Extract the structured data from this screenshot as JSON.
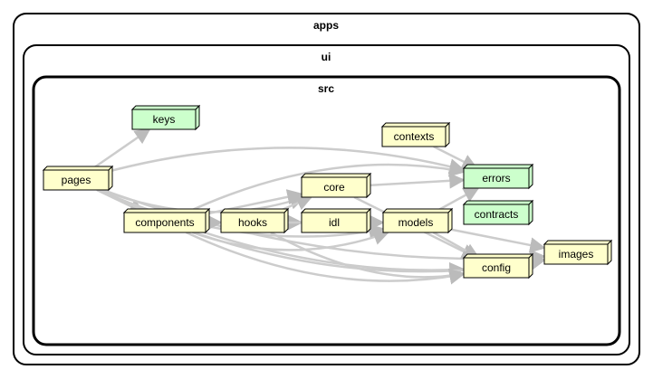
{
  "clusters": {
    "apps": "apps",
    "ui": "ui",
    "src": "src"
  },
  "colors": {
    "module_fill": "#ffffcc",
    "leaf_fill": "#ccffcc",
    "edge": "#cccccc",
    "border": "#000000"
  },
  "nodes": {
    "keys": "keys",
    "contexts": "contexts",
    "pages": "pages",
    "errors": "errors",
    "core": "core",
    "components": "components",
    "hooks": "hooks",
    "idl": "idl",
    "models": "models",
    "contracts": "contracts",
    "images": "images",
    "config": "config"
  },
  "edges": [
    [
      "pages",
      "keys"
    ],
    [
      "pages",
      "components"
    ],
    [
      "pages",
      "errors"
    ],
    [
      "pages",
      "core"
    ],
    [
      "pages",
      "models"
    ],
    [
      "pages",
      "images"
    ],
    [
      "pages",
      "config"
    ],
    [
      "contexts",
      "errors"
    ],
    [
      "components",
      "hooks"
    ],
    [
      "components",
      "errors"
    ],
    [
      "components",
      "core"
    ],
    [
      "components",
      "models"
    ],
    [
      "components",
      "config"
    ],
    [
      "components",
      "images"
    ],
    [
      "hooks",
      "idl"
    ],
    [
      "hooks",
      "core"
    ],
    [
      "hooks",
      "models"
    ],
    [
      "hooks",
      "config"
    ],
    [
      "core",
      "errors"
    ],
    [
      "core",
      "config"
    ],
    [
      "models",
      "errors"
    ],
    [
      "models",
      "images"
    ],
    [
      "models",
      "config"
    ],
    [
      "config",
      "images"
    ]
  ]
}
